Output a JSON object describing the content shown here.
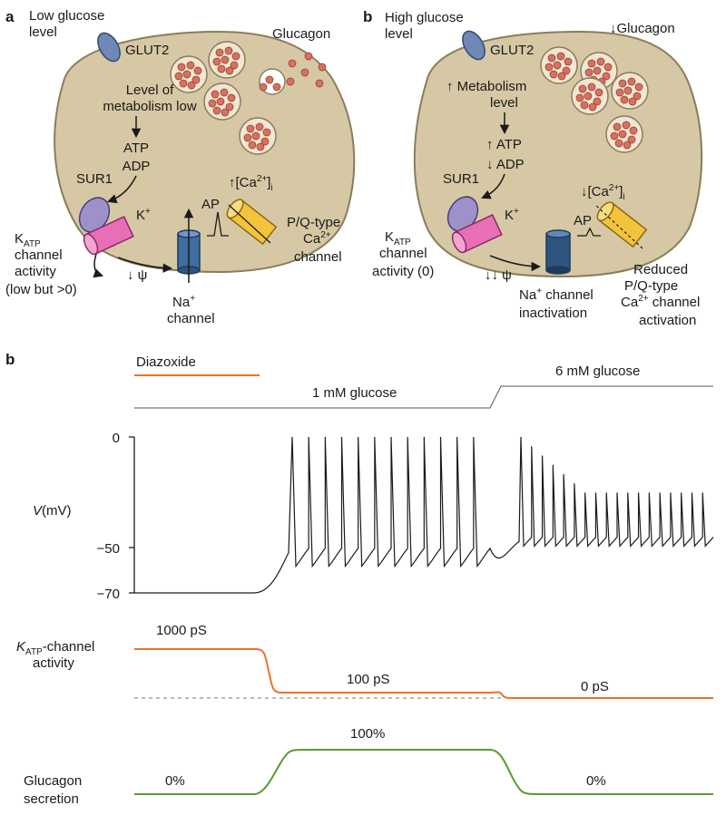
{
  "panel_a": {
    "letter": "a",
    "low_glucose": [
      "Low glucose",
      "level"
    ],
    "glut2": "GLUT2",
    "glucagon": "Glucagon",
    "metabolism": [
      "Level of",
      "metabolism low"
    ],
    "atp": "ATP",
    "adp": "ADP",
    "sur1": "SUR1",
    "k_plus": "K",
    "k_sup": "+",
    "katp_main": "K",
    "katp_sub": "ATP",
    "katp_lines": [
      "channel",
      "activity",
      "(low but >0)"
    ],
    "psi": "↓ ψ",
    "na_channel": [
      "Na",
      "channel"
    ],
    "na_sup": "+",
    "ap": "AP",
    "ca_label": "↑[Ca",
    "ca_sup": "2+",
    "ca_close": "]",
    "ca_sub": "i",
    "pq": [
      "P/Q-type",
      "Ca",
      "channel"
    ],
    "pq_sup": "2+"
  },
  "panel_b": {
    "letter": "b",
    "high_glucose": [
      "High glucose",
      "level"
    ],
    "glut2": "GLUT2",
    "glucagon": "↓Glucagon",
    "metabolism": [
      "↑ Metabolism",
      "level"
    ],
    "atp": "↑ ATP",
    "adp": "↓ ADP",
    "sur1": "SUR1",
    "k_plus": "K",
    "k_sup": "+",
    "katp_main": "K",
    "katp_sub": "ATP",
    "katp_lines": [
      "channel",
      "activity (0)"
    ],
    "psi": "↓↓ ψ",
    "na_lines": [
      "Na",
      "channel",
      "inactivation"
    ],
    "na_sup": "+",
    "ap": "AP",
    "ca_label": "↓[Ca",
    "ca_sup": "2+",
    "ca_close": "]",
    "ca_sub": "i",
    "reduced": [
      "Reduced",
      "P/Q-type",
      "Ca",
      "channel",
      "activation"
    ],
    "reduced_sup": "2+"
  },
  "panel_c": {
    "letter": "b",
    "diazoxide": "Diazoxide",
    "glucose_1": "1 mM glucose",
    "glucose_6": "6 mM glucose",
    "v_label": "V",
    "v_unit": "(mV)",
    "v_ticks": [
      "0",
      "−50",
      "−70"
    ],
    "katp_label_main": "K",
    "katp_label_sub": "ATP",
    "katp_label_rest": "-channel",
    "katp_label_line2": "activity",
    "katp_values": [
      "1000 pS",
      "100 pS",
      "0 pS"
    ],
    "glucagon_label": [
      "Glucagon",
      "secretion"
    ],
    "secretion_values": [
      "0%",
      "100%",
      "0%"
    ]
  },
  "colors": {
    "cell_fill": "#d6c8a4",
    "cell_stroke": "#8a7d5c",
    "orange": "#e8732a",
    "green": "#5a9a2e",
    "granule": "#d9705e",
    "katp_pink": "#e86fb6",
    "sur1_purple": "#9e90c8",
    "glut2_blue": "#6f88b8",
    "na_blue": "#3f6fa0",
    "pq_yellow": "#f3c33c"
  },
  "chart_data": {
    "type": "line",
    "x_unit": "time (not shown)",
    "series": [
      {
        "name": "Membrane potential V (mV)",
        "description_values": {
          "resting_before": -70,
          "spike_peak": 0,
          "interspike_trough_1mM": -55,
          "interspike_trough_6mM": -45,
          "peak_6mM_min": -25
        }
      },
      {
        "name": "KATP-channel activity",
        "levels_pS": [
          1000,
          100,
          0
        ]
      },
      {
        "name": "Glucagon secretion",
        "levels_percent": [
          0,
          100,
          0
        ]
      }
    ],
    "ylim_mV": [
      -70,
      0
    ]
  }
}
